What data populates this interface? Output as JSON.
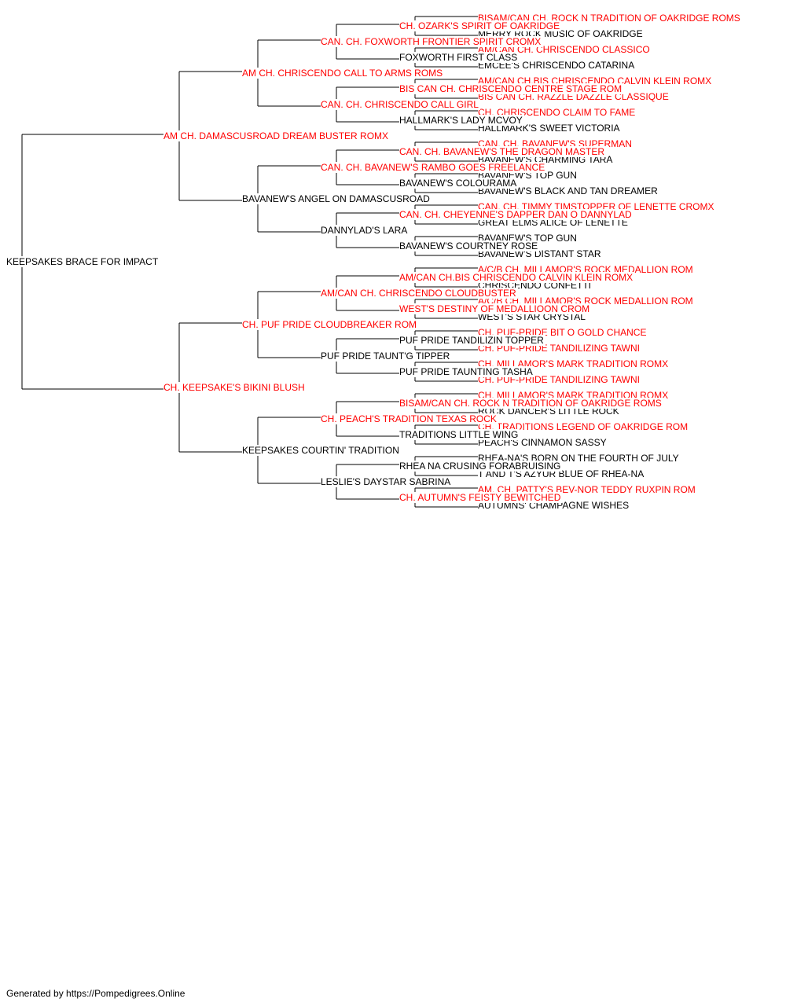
{
  "colors": {
    "champion": "#ff0000",
    "regular": "#000000",
    "line": "#000000"
  },
  "footer": "Generated by https://Pompedigrees.Online",
  "pedigree": {
    "name": "KEEPSAKES BRACE FOR IMPACT",
    "ch": false,
    "sire": {
      "name": "AM CH. DAMASCUSROAD DREAM BUSTER ROMX",
      "ch": true,
      "sire": {
        "name": "AM CH. CHRISCENDO CALL TO ARMS ROMS",
        "ch": true,
        "sire": {
          "name": "CAN. CH. FOXWORTH FRONTIER SPIRIT CROMX",
          "ch": true,
          "sire": {
            "name": "CH. OZARK'S SPIRIT OF OAKRIDGE",
            "ch": true,
            "sire": {
              "name": "BISAM/CAN CH. ROCK N TRADITION OF OAKRIDGE ROMS",
              "ch": true
            },
            "dam": {
              "name": "MERRY ROCK MUSIC OF OAKRIDGE",
              "ch": false
            }
          },
          "dam": {
            "name": "FOXWORTH FIRST CLASS",
            "ch": false,
            "sire": {
              "name": "AM/CAN CH. CHRISCENDO CLASSICO",
              "ch": true
            },
            "dam": {
              "name": "EMCEE'S CHRISCENDO CATARINA",
              "ch": false
            }
          }
        },
        "dam": {
          "name": "CAN. CH. CHRISCENDO CALL GIRL",
          "ch": true,
          "sire": {
            "name": "BIS CAN CH. CHRISCENDO CENTRE STAGE ROM",
            "ch": true,
            "sire": {
              "name": "AM/CAN CH.BIS CHRISCENDO CALVIN KLEIN ROMX",
              "ch": true
            },
            "dam": {
              "name": "BIS CAN CH. RAZZLE DAZZLE CLASSIQUE",
              "ch": true
            }
          },
          "dam": {
            "name": "HALLMARK'S LADY MCVOY",
            "ch": false,
            "sire": {
              "name": "CH. CHRISCENDO CLAIM TO FAME",
              "ch": true
            },
            "dam": {
              "name": "HALLMARK'S SWEET VICTORIA",
              "ch": false
            }
          }
        }
      },
      "dam": {
        "name": "BAVANEW'S ANGEL ON DAMASCUSROAD",
        "ch": false,
        "sire": {
          "name": "CAN. CH. BAVANEW'S RAMBO GOES FREELANCE",
          "ch": true,
          "sire": {
            "name": "CAN. CH. BAVANEW'S THE DRAGON MASTER",
            "ch": true,
            "sire": {
              "name": "CAN. CH. BAVANEW'S SUPERMAN",
              "ch": true
            },
            "dam": {
              "name": "BAVANEW'S CHARMING TARA",
              "ch": false
            }
          },
          "dam": {
            "name": "BAVANEW'S COLOURAMA",
            "ch": false,
            "sire": {
              "name": "BAVANEW'S TOP GUN",
              "ch": false
            },
            "dam": {
              "name": "BAVANEW'S BLACK AND TAN DREAMER",
              "ch": false
            }
          }
        },
        "dam": {
          "name": "DANNYLAD'S LARA",
          "ch": false,
          "sire": {
            "name": "CAN. CH. CHEYENNE'S DAPPER DAN O DANNYLAD",
            "ch": true,
            "sire": {
              "name": "CAN. CH. TIMMY TIMSTOPPER OF LENETTE CROMX",
              "ch": true
            },
            "dam": {
              "name": "GREAT ELMS ALICE OF LENETTE",
              "ch": false
            }
          },
          "dam": {
            "name": "BAVANEW'S COURTNEY ROSE",
            "ch": false,
            "sire": {
              "name": "BAVANEW'S TOP GUN",
              "ch": false
            },
            "dam": {
              "name": "BAVANEW'S DISTANT STAR",
              "ch": false
            }
          }
        }
      }
    },
    "dam": {
      "name": "CH. KEEPSAKE'S BIKINI BLUSH",
      "ch": true,
      "sire": {
        "name": "CH. PUF PRIDE CLOUDBREAKER ROM",
        "ch": true,
        "sire": {
          "name": "AM/CAN CH. CHRISCENDO CLOUDBUSTER",
          "ch": true,
          "sire": {
            "name": "AM/CAN CH.BIS CHRISCENDO CALVIN KLEIN ROMX",
            "ch": true,
            "sire": {
              "name": "A/C/B CH. MILLAMOR'S ROCK MEDALLION ROM",
              "ch": true
            },
            "dam": {
              "name": "CHRISCENDO CONFETTI",
              "ch": false
            }
          },
          "dam": {
            "name": "WEST'S DESTINY OF MEDALLIOON CROM",
            "ch": true,
            "sire": {
              "name": "A/C/B CH. MILLAMOR'S ROCK MEDALLION ROM",
              "ch": true
            },
            "dam": {
              "name": "WEST'S STAR CRYSTAL",
              "ch": false
            }
          }
        },
        "dam": {
          "name": "PUF PRIDE TAUNT'G TIPPER",
          "ch": false,
          "sire": {
            "name": "PUF PRIDE TANDILIZIN TOPPER",
            "ch": false,
            "sire": {
              "name": "CH. PUF-PRIDE BIT O GOLD CHANCE",
              "ch": true
            },
            "dam": {
              "name": "CH. PUF-PRIDE TANDILIZING TAWNI",
              "ch": true
            }
          },
          "dam": {
            "name": "PUF PRIDE TAUNTING TASHA",
            "ch": false,
            "sire": {
              "name": "CH. MILLAMOR'S MARK TRADITION ROMX",
              "ch": true
            },
            "dam": {
              "name": "CH. PUF-PRIDE TANDILIZING TAWNI",
              "ch": true
            }
          }
        }
      },
      "dam": {
        "name": "KEEPSAKES COURTIN' TRADITION",
        "ch": false,
        "sire": {
          "name": "CH. PEACH'S TRADITION TEXAS ROCK",
          "ch": true,
          "sire": {
            "name": "BISAM/CAN CH. ROCK N TRADITION OF OAKRIDGE ROMS",
            "ch": true,
            "sire": {
              "name": "CH. MILLAMOR'S MARK TRADITION ROMX",
              "ch": true
            },
            "dam": {
              "name": "ROCK DANCER'S LITTLE ROCK",
              "ch": false
            }
          },
          "dam": {
            "name": "TRADITIONS LITTLE WING",
            "ch": false,
            "sire": {
              "name": "CH. TRADITIONS LEGEND OF OAKRIDGE ROM",
              "ch": true
            },
            "dam": {
              "name": "PEACH'S CINNAMON SASSY",
              "ch": false
            }
          }
        },
        "dam": {
          "name": "LESLIE'S DAYSTAR SABRINA",
          "ch": false,
          "sire": {
            "name": "RHEA NA CRUSING FORABRUISING",
            "ch": false,
            "sire": {
              "name": "RHEA-NA'S BORN ON THE FOURTH OF JULY",
              "ch": false
            },
            "dam": {
              "name": "T AND T'S AZYUR BLUE OF RHEA-NA",
              "ch": false
            }
          },
          "dam": {
            "name": "CH. AUTUMN'S FEISTY BEWITCHED",
            "ch": true,
            "sire": {
              "name": "AM. CH. PATTY'S BEV-NOR TEDDY RUXPIN ROM",
              "ch": true
            },
            "dam": {
              "name": "AUTUMNS' CHAMPAGNE WISHES",
              "ch": false
            }
          }
        }
      }
    }
  }
}
